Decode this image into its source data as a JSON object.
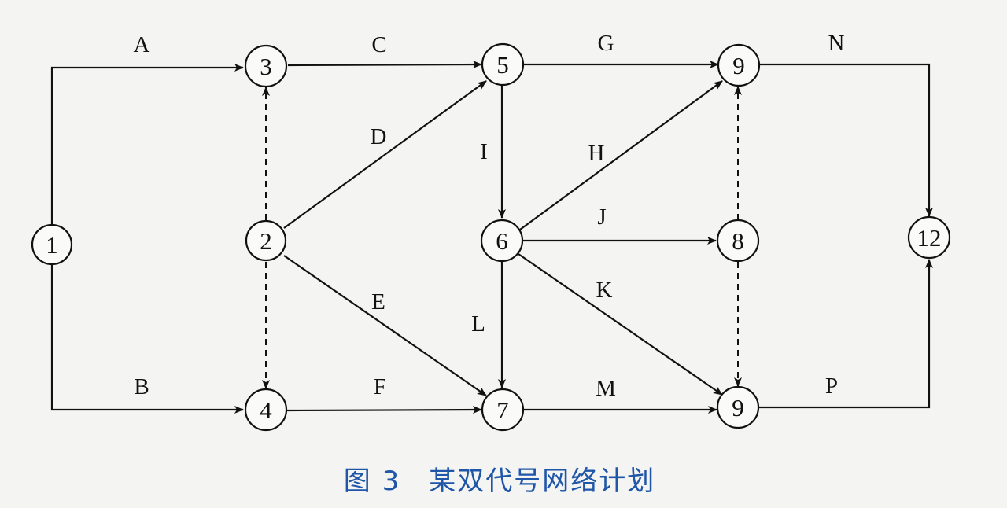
{
  "diagram": {
    "nodes": [
      {
        "id": "n1",
        "label": "1"
      },
      {
        "id": "n2",
        "label": "2"
      },
      {
        "id": "n3",
        "label": "3"
      },
      {
        "id": "n4",
        "label": "4"
      },
      {
        "id": "n5",
        "label": "5"
      },
      {
        "id": "n6",
        "label": "6"
      },
      {
        "id": "n7",
        "label": "7"
      },
      {
        "id": "n8",
        "label": "8"
      },
      {
        "id": "n9a",
        "label": "9"
      },
      {
        "id": "n9b",
        "label": "9"
      },
      {
        "id": "n12",
        "label": "12"
      }
    ],
    "activities": [
      {
        "id": "A",
        "label": "A",
        "from": "1",
        "to": "3",
        "dummy": false
      },
      {
        "id": "B",
        "label": "B",
        "from": "1",
        "to": "4",
        "dummy": false
      },
      {
        "id": "C",
        "label": "C",
        "from": "3",
        "to": "5",
        "dummy": false
      },
      {
        "id": "D",
        "label": "D",
        "from": "2",
        "to": "5",
        "dummy": false
      },
      {
        "id": "E",
        "label": "E",
        "from": "2",
        "to": "7",
        "dummy": false
      },
      {
        "id": "F",
        "label": "F",
        "from": "4",
        "to": "7",
        "dummy": false
      },
      {
        "id": "G",
        "label": "G",
        "from": "5",
        "to": "9",
        "dummy": false
      },
      {
        "id": "H",
        "label": "H",
        "from": "6",
        "to": "9",
        "dummy": false
      },
      {
        "id": "I",
        "label": "I",
        "from": "5",
        "to": "6",
        "dummy": false
      },
      {
        "id": "J",
        "label": "J",
        "from": "6",
        "to": "8",
        "dummy": false
      },
      {
        "id": "K",
        "label": "K",
        "from": "6",
        "to": "9",
        "dummy": false
      },
      {
        "id": "L",
        "label": "L",
        "from": "6",
        "to": "7",
        "dummy": false
      },
      {
        "id": "M",
        "label": "M",
        "from": "7",
        "to": "9",
        "dummy": false
      },
      {
        "id": "N",
        "label": "N",
        "from": "9",
        "to": "12",
        "dummy": false
      },
      {
        "id": "P",
        "label": "P",
        "from": "9",
        "to": "12",
        "dummy": false
      },
      {
        "id": "d23",
        "label": "",
        "from": "2",
        "to": "3",
        "dummy": true
      },
      {
        "id": "d24",
        "label": "",
        "from": "2",
        "to": "4",
        "dummy": true
      },
      {
        "id": "d89t",
        "label": "",
        "from": "8",
        "to": "9",
        "dummy": true
      },
      {
        "id": "d89b",
        "label": "",
        "from": "8",
        "to": "9",
        "dummy": true
      }
    ],
    "caption": "图 3　某双代号网络计划"
  },
  "colors": {
    "line": "#111111",
    "caption": "#1f56a8",
    "background": "#f4f4f2"
  }
}
